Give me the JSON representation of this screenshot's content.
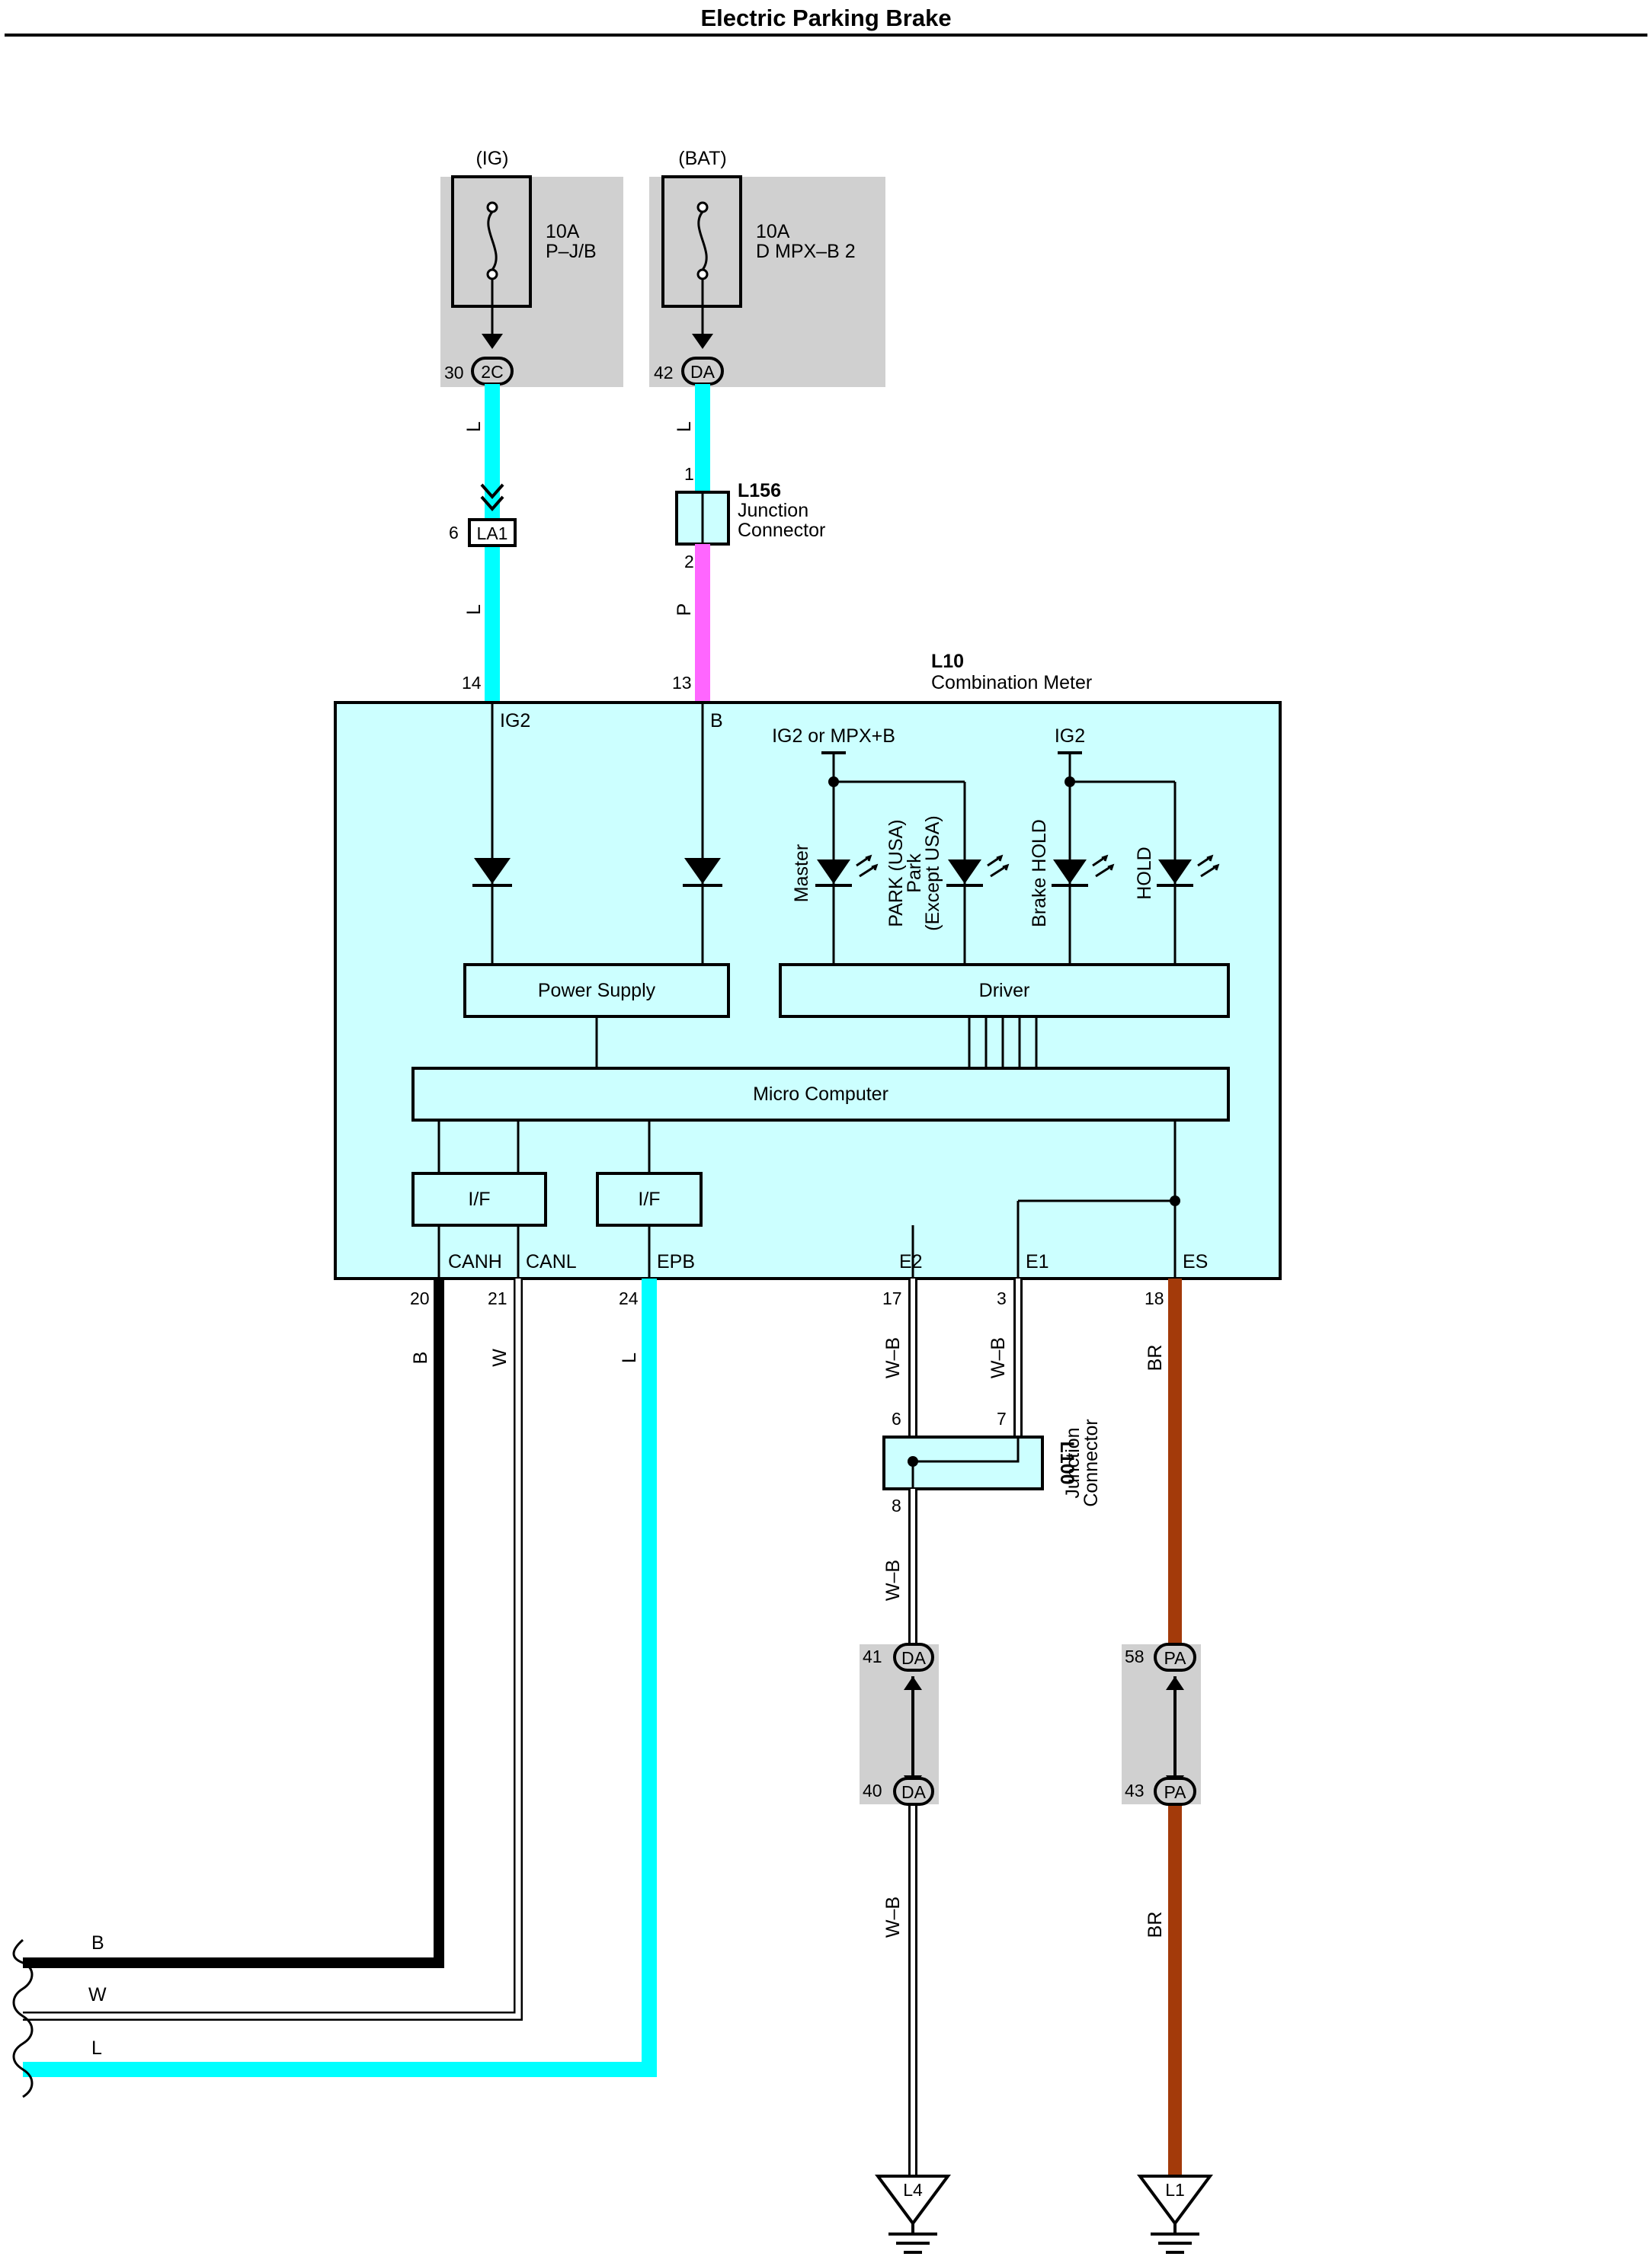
{
  "title": "Electric Parking Brake",
  "colors": {
    "L": "#00ffff",
    "P": "#ff66ff",
    "B": "#000000",
    "W": "#ffffff",
    "W-B": "#ffffff",
    "BR": "#a33a0a",
    "module_fill": "#ccffff",
    "relay_box": "#d0d0d0"
  },
  "fuses": [
    {
      "source": "(IG)",
      "rating": "10A",
      "name": "P–J/B",
      "pin": "30",
      "connector": "2C",
      "wire": "L",
      "icon": "fuse-icon"
    },
    {
      "source": "(BAT)",
      "rating": "10A",
      "name": "D MPX–B 2",
      "pin": "42",
      "connector": "DA",
      "wire": "L",
      "icon": "fuse-icon"
    }
  ],
  "la1": {
    "pin": "6",
    "label": "LA1",
    "wire_below": "L"
  },
  "l156": {
    "id": "L156",
    "name_1": "Junction",
    "name_2": "Connector",
    "pin_top": "1",
    "pin_bottom": "2",
    "wire_below": "P"
  },
  "l10": {
    "id": "L10",
    "name": "Combination Meter",
    "pins_top": {
      "ig2": "14",
      "b": "13"
    },
    "labels": {
      "ig2": "IG2",
      "b": "B",
      "ig2_or_mpx": "IG2 or MPX+B",
      "ig2_right": "IG2",
      "master": "Master",
      "park_1": "PARK (USA)",
      "park_2": "Park",
      "park_3": "(Except USA)",
      "brake_hold": "Brake HOLD",
      "hold": "HOLD",
      "power_supply": "Power Supply",
      "driver": "Driver",
      "micro": "Micro Computer",
      "if_1": "I/F",
      "if_2": "I/F"
    },
    "bottom_terminals": [
      {
        "label": "CANH",
        "pin": "20",
        "wire": "B"
      },
      {
        "label": "CANL",
        "pin": "21",
        "wire": "W"
      },
      {
        "label": "EPB",
        "pin": "24",
        "wire": "L"
      },
      {
        "label": "E2",
        "pin": "17",
        "wire": "W–B"
      },
      {
        "label": "E1",
        "pin": "3",
        "wire": "W–B"
      },
      {
        "label": "ES",
        "pin": "18",
        "wire": "BR"
      }
    ]
  },
  "l100": {
    "id": "L100",
    "name_1": "Junction",
    "name_2": "Connector",
    "pin_6": "6",
    "pin_7": "7",
    "pin_8": "8",
    "wire_below": "W–B"
  },
  "da_pair": {
    "pin_top": "41",
    "pin_bottom": "40",
    "label": "DA",
    "wire_below": "W–B"
  },
  "pa_pair": {
    "pin_top": "58",
    "pin_bottom": "43",
    "label": "PA",
    "wire_below": "BR"
  },
  "grounds": [
    {
      "label": "L4",
      "icon": "ground-icon"
    },
    {
      "label": "L1",
      "icon": "ground-icon"
    }
  ],
  "left_wires": [
    "B",
    "W",
    "L"
  ]
}
